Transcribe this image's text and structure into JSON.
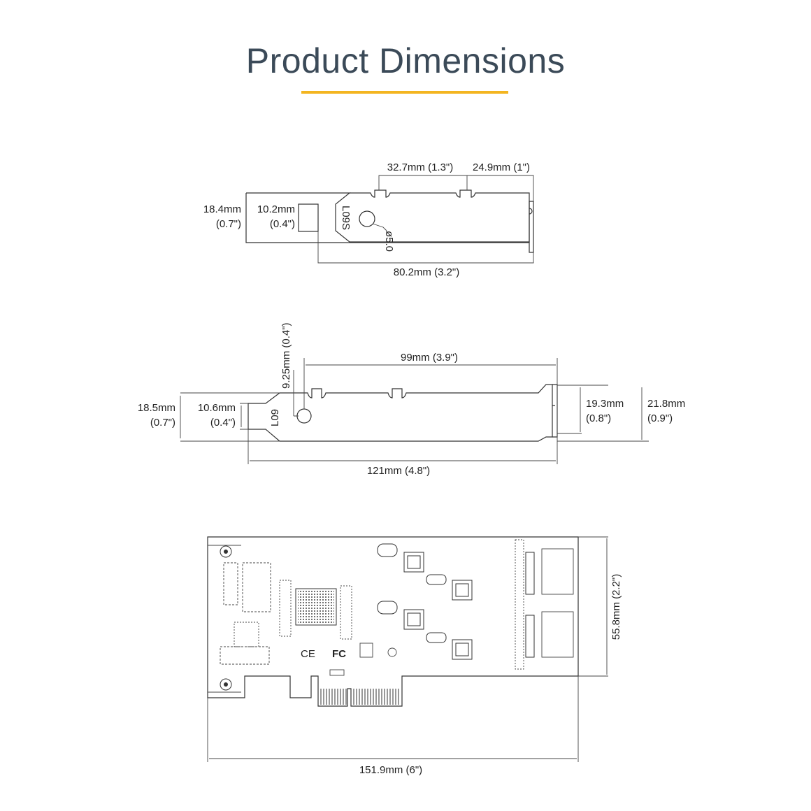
{
  "header": {
    "title": "Product Dimensions",
    "accent_color": "#f3b520"
  },
  "bracket_top": {
    "marking": "L09S",
    "hole_label": "ø5.0",
    "dims": {
      "height_mm": "18.4mm",
      "height_in": "(0.7\")",
      "tab_mm": "10.2mm",
      "tab_in": "(0.4\")",
      "tab1_offset": "32.7mm (1.3\")",
      "tab2_offset": "24.9mm (1\")",
      "length": "80.2mm (3.2\")"
    }
  },
  "bracket_full": {
    "marking": "L09",
    "dims": {
      "height_mm": "18.5mm",
      "height_in": "(0.7\")",
      "tab_mm": "10.6mm",
      "tab_in": "(0.4\")",
      "hole_offset": "9.25mm (0.4\")",
      "hole_to_end": "99mm (3.9\")",
      "length": "121mm (4.8\")",
      "flange_inner_mm": "19.3mm",
      "flange_inner_in": "(0.8\")",
      "flange_outer_mm": "21.8mm",
      "flange_outer_in": "(0.9\")"
    }
  },
  "card": {
    "markings": {
      "ce": "CE",
      "fc": "FC"
    },
    "dims": {
      "height": "55.8mm (2.2\")",
      "length": "151.9mm (6\")"
    }
  }
}
